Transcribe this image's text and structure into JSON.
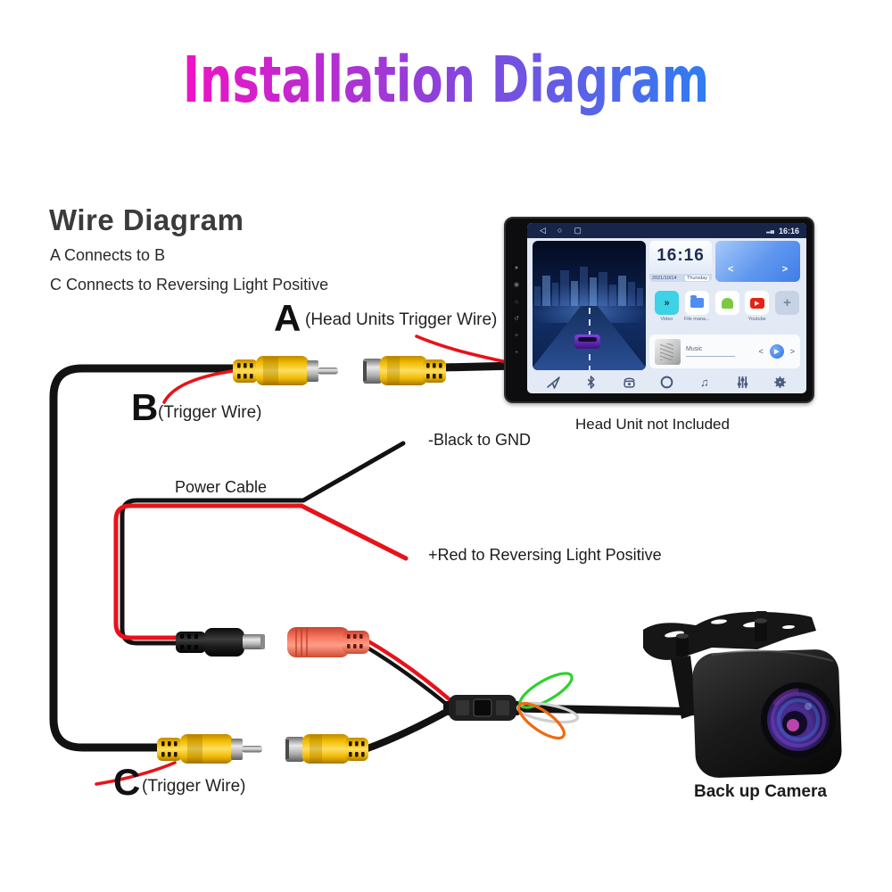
{
  "title": "Installation Diagram",
  "intro": {
    "heading": "Wire Diagram",
    "line1": "A Connects to B",
    "line2": "C Connects to Reversing Light Positive"
  },
  "labels": {
    "a_letter": "A",
    "a_desc": "(Head Units Trigger Wire)",
    "b_letter": "B",
    "b_desc": "(Trigger Wire)",
    "c_letter": "C",
    "c_desc": "(Trigger Wire)",
    "black_gnd": "-Black to GND",
    "power_cable": "Power Cable",
    "red_reversing": "+Red to Reversing Light Positive"
  },
  "captions": {
    "head_unit": "Head Unit not Included",
    "camera": "Back up Camera"
  },
  "head_unit": {
    "status": {
      "back": "◁",
      "home": "○",
      "recent": "▢",
      "signal": "▂▄",
      "time": "16:16"
    },
    "clock": {
      "time": "16:16",
      "date": "2021/10/14",
      "day": "Thursday"
    },
    "pager": {
      "prev": "<",
      "next": ">"
    },
    "apps": [
      {
        "label": "Video"
      },
      {
        "label": "File mana..."
      },
      {
        "label": ""
      },
      {
        "label": "Youtube"
      },
      {
        "label": ""
      }
    ],
    "music": {
      "label": "Music",
      "prev": "<",
      "play": "▶",
      "next": ">"
    },
    "video_glyph": "»",
    "plus_glyph": "+"
  },
  "colors": {
    "title_gradient": [
      "#ee13c5",
      "#8a43dc",
      "#2f7df2"
    ],
    "wire_black": "#121212",
    "wire_red": "#e8121a",
    "rca_yellow": "#f5c013",
    "dc_plug_black": "#1a1a1a",
    "power_jack_orange": "#f4604a",
    "loop_green": "#2fd02f",
    "loop_white": "#d9d9d9",
    "loop_orange": "#f06a10"
  }
}
